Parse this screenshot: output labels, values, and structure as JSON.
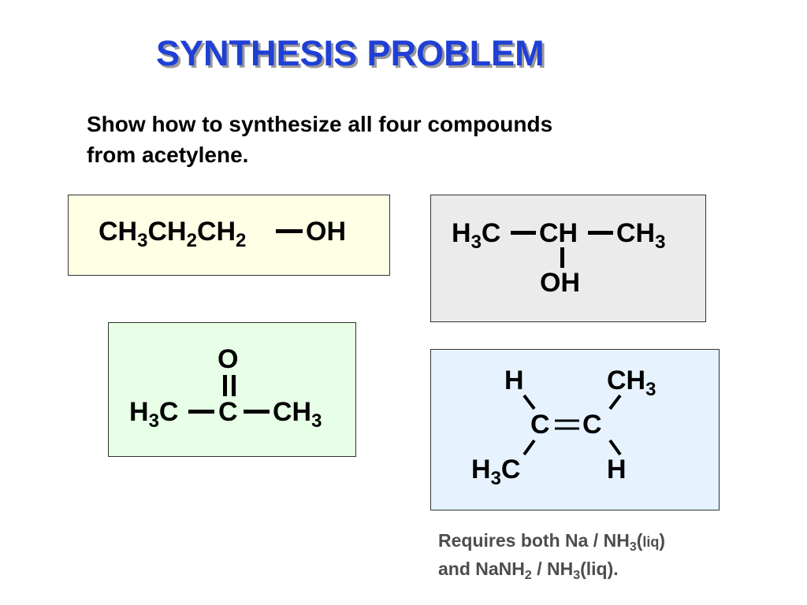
{
  "title": "SYNTHESIS PROBLEM",
  "instructions": {
    "line1": "Show how to synthesize all four compounds",
    "line2": "from acetylene."
  },
  "compounds": {
    "propanol": {
      "c1": "CH",
      "c1_sub": "3",
      "c2": "CH",
      "c2_sub": "2",
      "c3": "CH",
      "c3_sub": "2",
      "oh": "OH"
    },
    "isopropanol": {
      "left": "H",
      "left_sub": "3",
      "left_c": "C",
      "center": "CH",
      "right": "CH",
      "right_sub": "3",
      "oh": "OH"
    },
    "acetone": {
      "o": "O",
      "left": "H",
      "left_sub": "3",
      "left_c": "C",
      "center": "C",
      "right": "CH",
      "right_sub": "3"
    },
    "trans_butene": {
      "h_top": "H",
      "ch3_top": "CH",
      "ch3_top_sub": "3",
      "c_left": "C",
      "c_right": "C",
      "h3c_bottom": "H",
      "h3c_bottom_sub": "3",
      "h3c_bottom_c": "C",
      "h_bottom": "H"
    }
  },
  "note": {
    "line1_a": "Requires both Na / NH",
    "line1_sub": "3",
    "line1_b": "(",
    "line1_liq": "liq",
    "line1_c": ")",
    "line2_a": "and NaNH",
    "line2_sub": "2",
    "line2_b": " / NH",
    "line2_sub2": "3",
    "line2_c": "(liq)."
  },
  "colors": {
    "title": "#1f3fd6",
    "box_propanol": "#ffffe6",
    "box_isopropanol": "#ebebeb",
    "box_acetone": "#e6ffe6",
    "box_butene": "#e6f3ff",
    "note": "#4d4d4d"
  }
}
